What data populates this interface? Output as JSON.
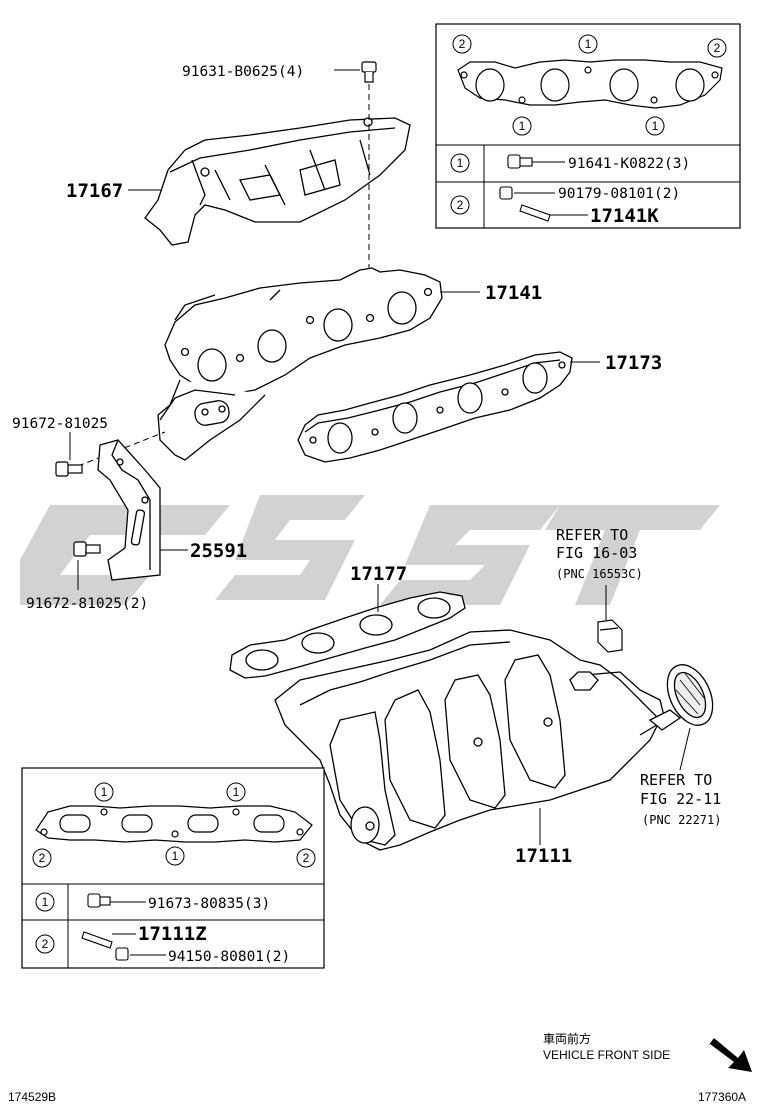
{
  "parts": {
    "p_91631": "91631-B0625(4)",
    "p_17167": "17167",
    "p_17141": "17141",
    "p_17173": "17173",
    "p_91672_a": "91672-81025",
    "p_25591": "25591",
    "p_91672_b": "91672-81025(2)",
    "p_17177": "17177",
    "p_17111": "17111"
  },
  "references": {
    "top_line1": "REFER TO",
    "top_line2": "FIG 16-03",
    "top_line3": "(PNC 16553C)",
    "side_line1": "REFER TO",
    "side_line2": "FIG 22-11",
    "side_line3": "(PNC 22271)"
  },
  "inset_top": {
    "marker_1": "1",
    "marker_2": "2",
    "row1_key": "1",
    "row1_part": "91641-K0822(3)",
    "row2_key": "2",
    "row2_part_a": "90179-08101(2)",
    "row2_part_b": "17141K"
  },
  "inset_bottom": {
    "marker_1": "1",
    "marker_2": "2",
    "row1_key": "1",
    "row1_part": "91673-80835(3)",
    "row2_key": "2",
    "row2_part_a": "17111Z",
    "row2_part_b": "94150-80801(2)"
  },
  "direction": {
    "japanese": "車両前方",
    "english": "VEHICLE FRONT SIDE"
  },
  "footer": {
    "left_code": "174529B",
    "right_code": "177360A"
  }
}
